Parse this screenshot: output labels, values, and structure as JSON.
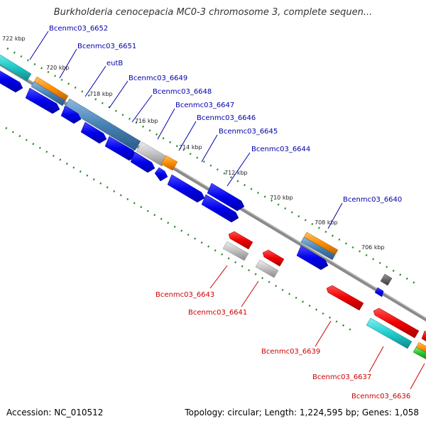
{
  "title": "Burkholderia cenocepacia MC0-3 chromosome 3, complete sequen...",
  "footer": {
    "accession": "Accession: NC_010512",
    "topology": "Topology: circular; Length: 1,224,595 bp; Genes: 1,058"
  },
  "colors": {
    "forward_label": "#0000aa",
    "reverse_label": "#cc0000",
    "backbone": "#808080",
    "kbp_tick": "#2b8a2b",
    "gene_blue": "#0000ee",
    "gene_red": "#ee0000",
    "gene_cyan": "#22cccc",
    "gene_steel": "#4682b4",
    "gene_orange": "#ff8c00",
    "gene_silver": "#c0c0c0",
    "gene_gray": "#666666",
    "gene_green": "#22bb22"
  },
  "kbp_labels": [
    {
      "id": "722",
      "text": "722 kbp"
    },
    {
      "id": "720",
      "text": "720 kbp"
    },
    {
      "id": "718",
      "text": "718 kbp"
    },
    {
      "id": "716",
      "text": "716 kbp"
    },
    {
      "id": "714",
      "text": "714 kbp"
    },
    {
      "id": "712",
      "text": "712 kbp"
    },
    {
      "id": "710",
      "text": "710 kbp"
    },
    {
      "id": "708",
      "text": "708 kbp"
    },
    {
      "id": "706",
      "text": "706 kbp"
    }
  ],
  "forward_genes": [
    {
      "id": "6652",
      "label": "Bcenmc03_6652"
    },
    {
      "id": "6651",
      "label": "Bcenmc03_6651"
    },
    {
      "id": "eutB",
      "label": "eutB"
    },
    {
      "id": "6649",
      "label": "Bcenmc03_6649"
    },
    {
      "id": "6648",
      "label": "Bcenmc03_6648"
    },
    {
      "id": "6647",
      "label": "Bcenmc03_6647"
    },
    {
      "id": "6646",
      "label": "Bcenmc03_6646"
    },
    {
      "id": "6645",
      "label": "Bcenmc03_6645"
    },
    {
      "id": "6644",
      "label": "Bcenmc03_6644"
    },
    {
      "id": "6640",
      "label": "Bcenmc03_6640"
    }
  ],
  "reverse_genes": [
    {
      "id": "6643",
      "label": "Bcenmc03_6643"
    },
    {
      "id": "6641",
      "label": "Bcenmc03_6641"
    },
    {
      "id": "6639",
      "label": "Bcenmc03_6639"
    },
    {
      "id": "6637",
      "label": "Bcenmc03_6637"
    },
    {
      "id": "6636",
      "label": "Bcenmc03_6636"
    }
  ]
}
